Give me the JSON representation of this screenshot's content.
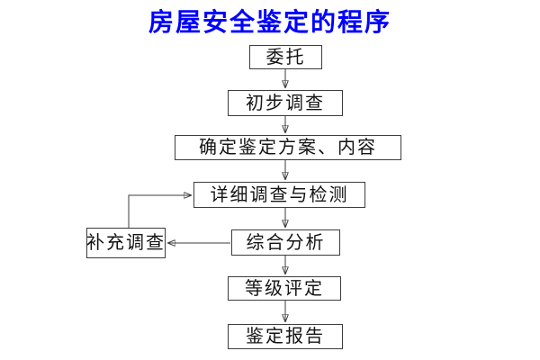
{
  "title": "房屋安全鉴定的程序",
  "colors": {
    "title_blue": "#0000FE",
    "line": "#3D3D3D",
    "node_text": "#141414",
    "background": "#FFFFFF"
  },
  "flowchart": {
    "type": "flowchart",
    "direction": "top-down",
    "nodes": [
      {
        "id": "commission",
        "label": "委托"
      },
      {
        "id": "preliminary-survey",
        "label": "初步调查"
      },
      {
        "id": "define-plan",
        "label": "确定鉴定方案、内容"
      },
      {
        "id": "detailed-survey",
        "label": "详细调查与检测"
      },
      {
        "id": "comprehensive-analysis",
        "label": "综合分析"
      },
      {
        "id": "grade-evaluation",
        "label": "等级评定"
      },
      {
        "id": "appraisal-report",
        "label": "鉴定报告"
      },
      {
        "id": "supplementary-survey",
        "label": "补充调查"
      }
    ],
    "edges": [
      {
        "from": "commission",
        "to": "preliminary-survey"
      },
      {
        "from": "preliminary-survey",
        "to": "define-plan"
      },
      {
        "from": "define-plan",
        "to": "detailed-survey"
      },
      {
        "from": "detailed-survey",
        "to": "comprehensive-analysis"
      },
      {
        "from": "comprehensive-analysis",
        "to": "grade-evaluation"
      },
      {
        "from": "grade-evaluation",
        "to": "appraisal-report"
      },
      {
        "from": "comprehensive-analysis",
        "to": "supplementary-survey"
      },
      {
        "from": "supplementary-survey",
        "to": "detailed-survey"
      }
    ]
  }
}
